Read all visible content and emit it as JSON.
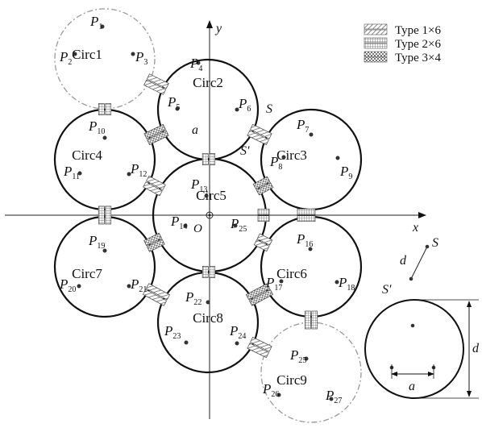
{
  "legend": [
    {
      "label": "Type 1×6",
      "pattern": "hatch"
    },
    {
      "label": "Type 2×6",
      "pattern": "grid"
    },
    {
      "label": "Type 3×4",
      "pattern": "check"
    }
  ],
  "axes": {
    "x": "x",
    "y": "y",
    "origin": "O"
  },
  "circles": [
    {
      "name": "Circ1",
      "style": "dashed"
    },
    {
      "name": "Circ2",
      "style": "solid"
    },
    {
      "name": "Circ3",
      "style": "solid"
    },
    {
      "name": "Circ4",
      "style": "solid"
    },
    {
      "name": "Circ5",
      "style": "solid"
    },
    {
      "name": "Circ6",
      "style": "solid"
    },
    {
      "name": "Circ7",
      "style": "solid"
    },
    {
      "name": "Circ8",
      "style": "solid"
    },
    {
      "name": "Circ9",
      "style": "dashed"
    }
  ],
  "points": [
    {
      "label": "P",
      "sub": "1"
    },
    {
      "label": "P",
      "sub": "2"
    },
    {
      "label": "P",
      "sub": "3"
    },
    {
      "label": "P",
      "sub": "4"
    },
    {
      "label": "P",
      "sub": "5"
    },
    {
      "label": "P",
      "sub": "6"
    },
    {
      "label": "P",
      "sub": "7"
    },
    {
      "label": "P",
      "sub": "8"
    },
    {
      "label": "P",
      "sub": "9"
    },
    {
      "label": "P",
      "sub": "10"
    },
    {
      "label": "P",
      "sub": "11"
    },
    {
      "label": "P",
      "sub": "12"
    },
    {
      "label": "P",
      "sub": "13"
    },
    {
      "label": "P",
      "sub": "14"
    },
    {
      "label": "P",
      "sub": "25"
    },
    {
      "label": "P",
      "sub": "16"
    },
    {
      "label": "P",
      "sub": "17"
    },
    {
      "label": "P",
      "sub": "18"
    },
    {
      "label": "P",
      "sub": "19"
    },
    {
      "label": "P",
      "sub": "20"
    },
    {
      "label": "P",
      "sub": "21"
    },
    {
      "label": "P",
      "sub": "22"
    },
    {
      "label": "P",
      "sub": "23"
    },
    {
      "label": "P",
      "sub": "24"
    },
    {
      "label": "P",
      "sub": "25"
    },
    {
      "label": "P",
      "sub": "26"
    },
    {
      "label": "P",
      "sub": "27"
    }
  ],
  "annotations": {
    "a_main": "a",
    "S_main": "S",
    "S_prime_main": "S′",
    "d_small": "d",
    "S_small": "S",
    "S_prime_small": "S′",
    "inset_d": "d",
    "inset_a": "a"
  }
}
